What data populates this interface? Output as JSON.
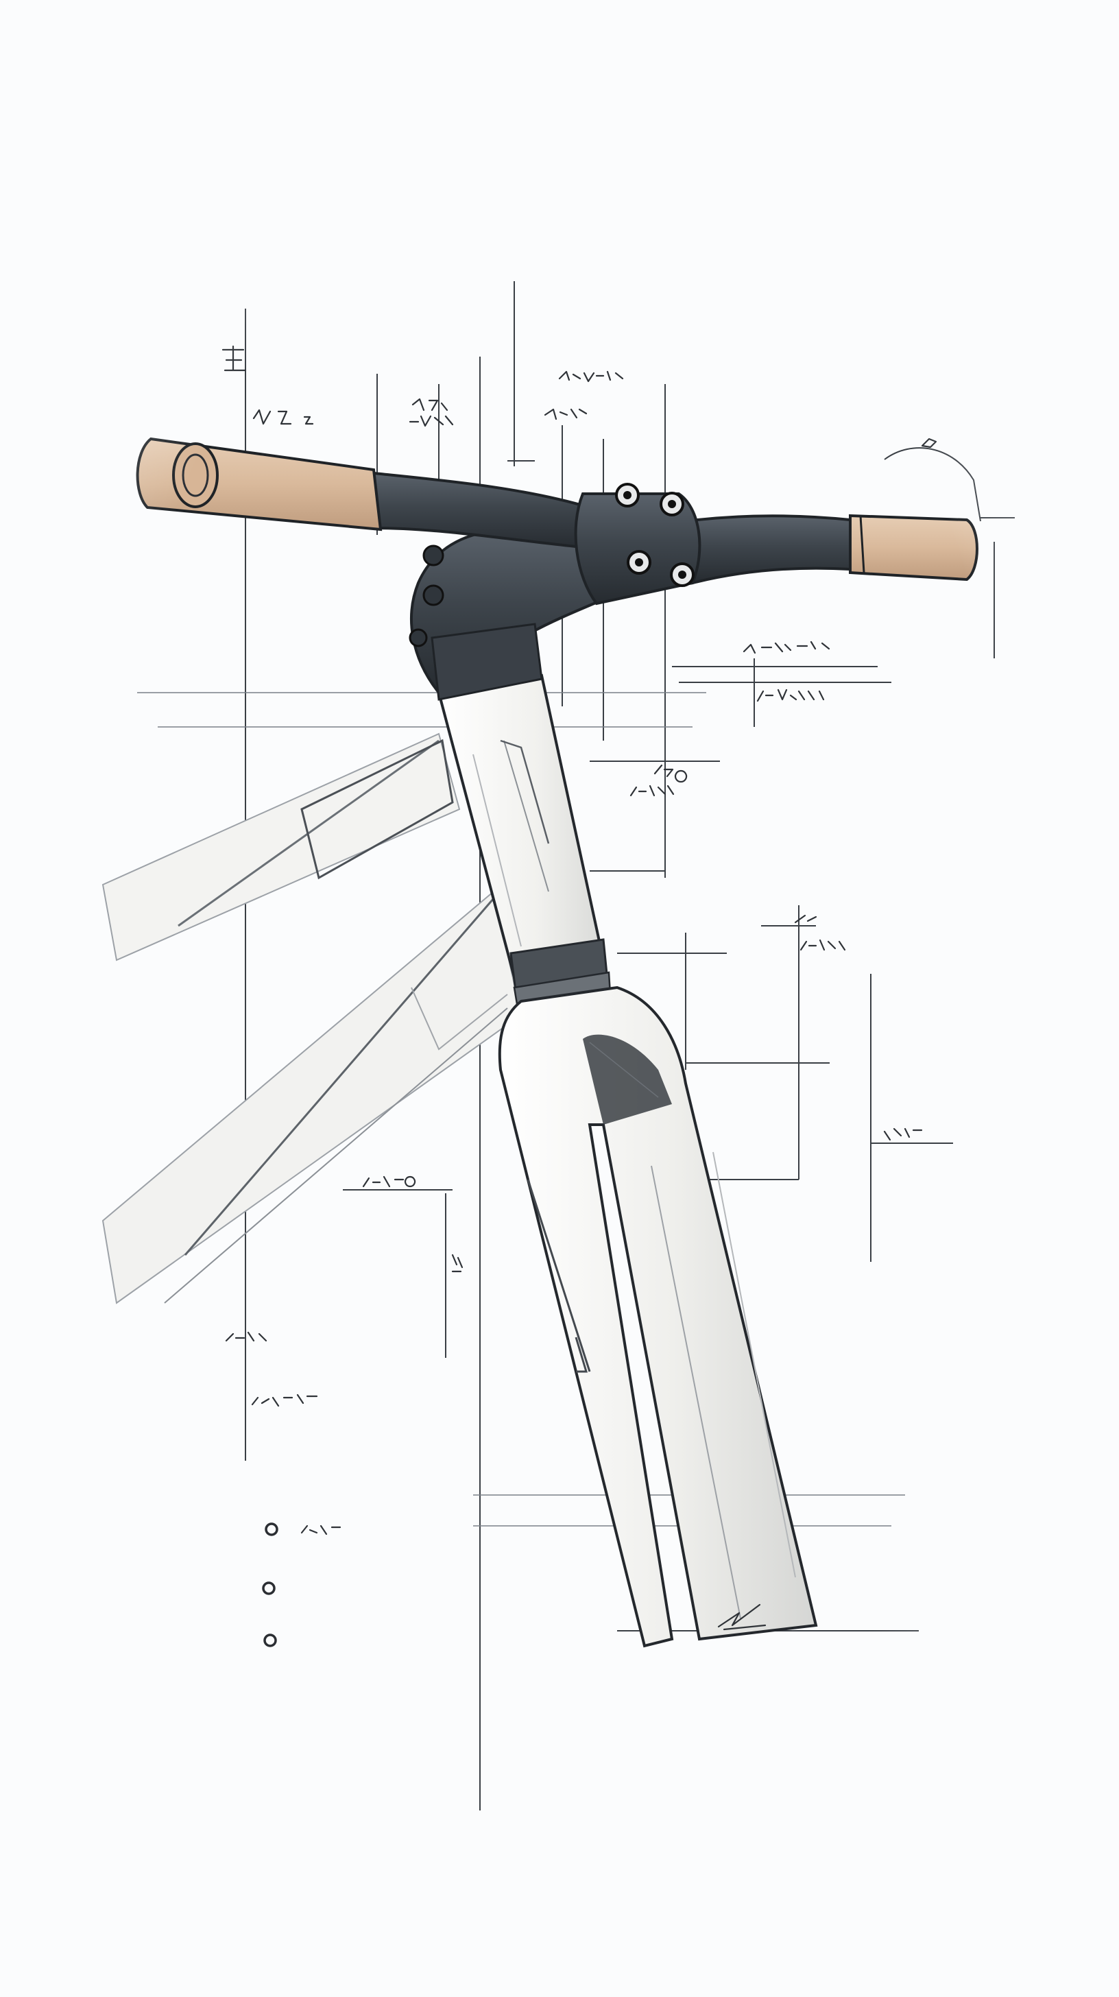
{
  "drawing": {
    "subject": "bicycle-front-end-sketch",
    "colors": {
      "paper": "#fbfcfd",
      "ink": "#2b2f35",
      "bar_dark": "#3e454c",
      "grip_tan": "#d9b99b",
      "frame_white": "#f2f2ef",
      "shadow": "#c9ccd0"
    },
    "annotation_count": 20,
    "bullet_count": 3
  }
}
